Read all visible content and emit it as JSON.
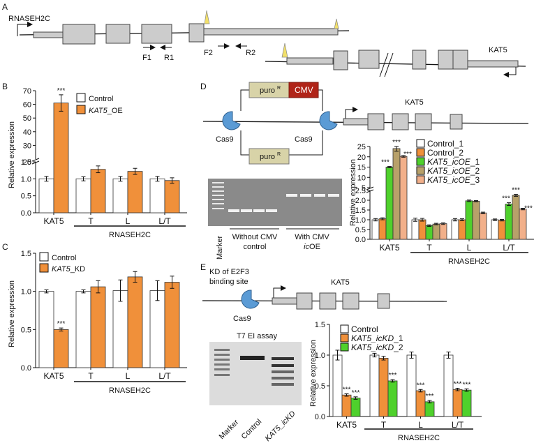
{
  "colors": {
    "control": "#ffffff",
    "oe": "#f0903a",
    "kd": "#f0903a",
    "green": "#4fd12c",
    "olive": "#b8a16a",
    "peach": "#f2b08a",
    "exon": "#cccccc",
    "puro": "#d8d3a8",
    "cmv": "#b02418",
    "cas9": "#5b9bd5",
    "primer_mark": "#f2e06a"
  },
  "panelA": {
    "label": "A",
    "gene1": "RNASEH2C",
    "gene2": "KAT5",
    "primers": [
      "F1",
      "R1",
      "F2",
      "R2"
    ]
  },
  "panelB": {
    "label": "B",
    "ylabel": "Relative expression",
    "group_label": "RNASEH2C",
    "legend": [
      {
        "pre": "Control",
        "ital": "",
        "post": ""
      },
      {
        "pre": "",
        "ital": "KAT5",
        "post": "_OE"
      }
    ],
    "upper_ticks": [
      "20",
      "30",
      "40",
      "50",
      "60",
      "70"
    ],
    "lower_ticks": [
      "0.0",
      "0.5",
      "1.0",
      "1.5"
    ]
  },
  "panelC": {
    "label": "C",
    "ylabel": "Relative expression",
    "group_label": "RNASEH2C",
    "legend": [
      {
        "pre": "Control",
        "ital": "",
        "post": ""
      },
      {
        "pre": "",
        "ital": "KAT5",
        "post": "_KD"
      }
    ],
    "ticks": [
      "0.0",
      "0.5",
      "1.0",
      "1.5"
    ]
  },
  "panelD": {
    "label": "D",
    "puro": "puro",
    "puro_sup": "R",
    "cmv": "CMV",
    "cas9": "Cas9",
    "gene": "KAT5",
    "gel_marker": "Marker",
    "gel_left_1": "Without CMV",
    "gel_left_2": "control",
    "gel_right_1": "With CMV",
    "gel_right_2_ital": "ic",
    "gel_right_2": "OE",
    "ylabel": "Relative expression",
    "group_label": "RNASEH2C",
    "legend": [
      {
        "pre": "Control_1",
        "ital": "",
        "post": ""
      },
      {
        "pre": "Control_2",
        "ital": "",
        "post": ""
      },
      {
        "pre": "",
        "ital": "KAT5_icOE",
        "post": "_1"
      },
      {
        "pre": "",
        "ital": "KAT5_icOE",
        "post": "_2"
      },
      {
        "pre": "",
        "ital": "KAT5_icOE",
        "post": "_3"
      }
    ],
    "upper_ticks": [
      "5",
      "10",
      "15",
      "20",
      "25"
    ],
    "lower_ticks": [
      "0.0",
      "0.5",
      "1.0",
      "1.5",
      "2.0",
      "2.5"
    ]
  },
  "panelE": {
    "label": "E",
    "title1": "KD of E2F3",
    "title2": "binding site",
    "cas9": "Cas9",
    "gene": "KAT5",
    "gel_title": "T7 EI assay",
    "lane_labels": [
      "Marker",
      "Control",
      "KAT5_icKD"
    ],
    "ylabel": "Relative expression",
    "group_label": "RNASEH2C",
    "legend": [
      {
        "pre": "Control",
        "ital": "",
        "post": ""
      },
      {
        "pre": "",
        "ital": "KAT5_icKD",
        "post": "_1"
      },
      {
        "pre": "",
        "ital": "KAT5_icKD",
        "post": "_2"
      }
    ],
    "ticks": [
      "0.0",
      "0.5",
      "1.0",
      "1.5"
    ]
  },
  "chart_data": [
    {
      "panel": "B",
      "type": "bar",
      "categories": [
        "KAT5",
        "T",
        "L",
        "L/T"
      ],
      "ylabel": "Relative expression",
      "axis_break": true,
      "series": [
        {
          "name": "Control",
          "values": [
            1.0,
            1.0,
            1.0,
            1.0
          ],
          "err": [
            0.07,
            0.06,
            0.07,
            0.07
          ]
        },
        {
          "name": "KAT5_OE",
          "values": [
            61,
            1.28,
            1.22,
            0.95
          ],
          "err": [
            6,
            0.1,
            0.09,
            0.08
          ]
        }
      ],
      "significance": [
        {
          "category": "KAT5",
          "series": "KAT5_OE",
          "mark": "***"
        }
      ]
    },
    {
      "panel": "C",
      "type": "bar",
      "categories": [
        "KAT5",
        "T",
        "L",
        "L/T"
      ],
      "ylabel": "Relative expression",
      "ylim": [
        0,
        1.5
      ],
      "series": [
        {
          "name": "Control",
          "values": [
            1.0,
            1.0,
            1.01,
            1.01
          ],
          "err": [
            0.02,
            0.02,
            0.14,
            0.13
          ]
        },
        {
          "name": "KAT5_KD",
          "values": [
            0.5,
            1.06,
            1.19,
            1.12
          ],
          "err": [
            0.02,
            0.08,
            0.07,
            0.08
          ]
        }
      ],
      "significance": [
        {
          "category": "KAT5",
          "series": "KAT5_KD",
          "mark": "***"
        }
      ]
    },
    {
      "panel": "D",
      "type": "bar",
      "categories": [
        "KAT5",
        "T",
        "L",
        "L/T"
      ],
      "ylabel": "Relative expression",
      "axis_break": true,
      "series": [
        {
          "name": "Control_1",
          "values": [
            1.0,
            1.0,
            1.0,
            1.0
          ],
          "err": [
            0.06,
            0.08,
            0.06,
            0.04
          ]
        },
        {
          "name": "Control_2",
          "values": [
            1.05,
            1.0,
            1.0,
            0.98
          ],
          "err": [
            0.05,
            0.07,
            0.05,
            0.04
          ]
        },
        {
          "name": "KAT5_icOE_1",
          "values": [
            15,
            0.7,
            1.97,
            1.8
          ],
          "err": [
            0.3,
            0.04,
            0.04,
            0.07
          ]
        },
        {
          "name": "KAT5_icOE_2",
          "values": [
            24,
            0.78,
            1.95,
            2.25
          ],
          "err": [
            1.3,
            0.04,
            0.03,
            0.05
          ]
        },
        {
          "name": "KAT5_icOE_3",
          "values": [
            20.2,
            0.8,
            1.35,
            1.55
          ],
          "err": [
            0.4,
            0.04,
            0.04,
            0.04
          ]
        }
      ],
      "significance": [
        {
          "category": "KAT5",
          "series": "KAT5_icOE_1",
          "mark": "***"
        },
        {
          "category": "KAT5",
          "series": "KAT5_icOE_2",
          "mark": "***"
        },
        {
          "category": "KAT5",
          "series": "KAT5_icOE_3",
          "mark": "***"
        },
        {
          "category": "L/T",
          "series": "KAT5_icOE_1",
          "mark": "***"
        },
        {
          "category": "L/T",
          "series": "KAT5_icOE_2",
          "mark": "***"
        },
        {
          "category": "L/T",
          "series": "KAT5_icOE_3",
          "mark": "***"
        }
      ]
    },
    {
      "panel": "E",
      "type": "bar",
      "categories": [
        "KAT5",
        "T",
        "L",
        "L/T"
      ],
      "ylabel": "Relative expression",
      "ylim": [
        0,
        1.5
      ],
      "series": [
        {
          "name": "Control",
          "values": [
            1.0,
            1.0,
            1.0,
            1.0
          ],
          "err": [
            0.08,
            0.03,
            0.05,
            0.05
          ]
        },
        {
          "name": "KAT5_icKD_1",
          "values": [
            0.35,
            0.95,
            0.42,
            0.44
          ],
          "err": [
            0.02,
            0.03,
            0.02,
            0.02
          ]
        },
        {
          "name": "KAT5_icKD_2",
          "values": [
            0.3,
            0.58,
            0.24,
            0.43
          ],
          "err": [
            0.02,
            0.02,
            0.02,
            0.02
          ]
        }
      ],
      "significance": [
        {
          "category": "KAT5",
          "series": "KAT5_icKD_1",
          "mark": "***"
        },
        {
          "category": "KAT5",
          "series": "KAT5_icKD_2",
          "mark": "***"
        },
        {
          "category": "T",
          "series": "KAT5_icKD_2",
          "mark": "***"
        },
        {
          "category": "L",
          "series": "KAT5_icKD_1",
          "mark": "***"
        },
        {
          "category": "L",
          "series": "KAT5_icKD_2",
          "mark": "***"
        },
        {
          "category": "L/T",
          "series": "KAT5_icKD_1",
          "mark": "***"
        },
        {
          "category": "L/T",
          "series": "KAT5_icKD_2",
          "mark": "***"
        }
      ]
    }
  ]
}
